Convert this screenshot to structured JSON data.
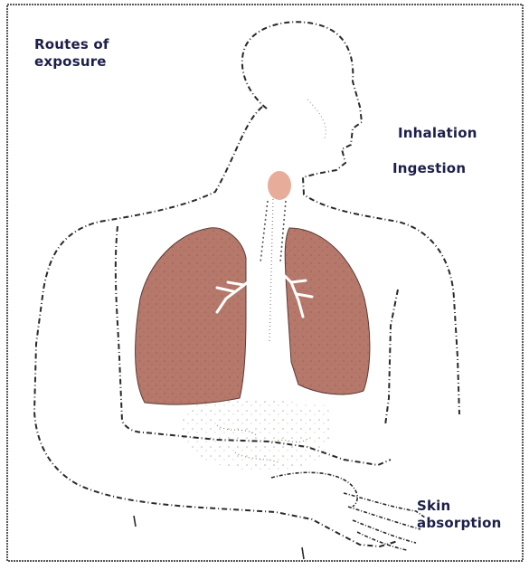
{
  "title": "Routes of\nexposure",
  "routes": {
    "inhalation": "Inhalation",
    "ingestion": "Ingestion",
    "skin": "Skin\nabsorption"
  },
  "colors": {
    "lung_fill": "#b5786a",
    "outline": "#2a2a2a",
    "label_text": "#1c1f4a",
    "throat": "#e0907a"
  }
}
